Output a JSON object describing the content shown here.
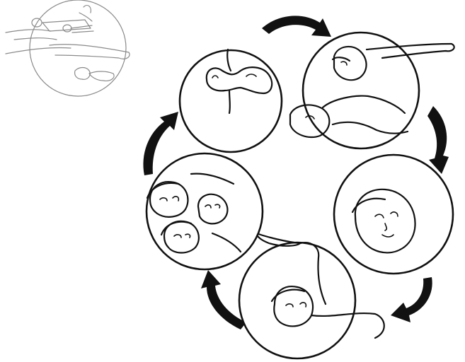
{
  "illustration": {
    "thumbnail": "thumbnail-scene",
    "panels": [
      "panel-baby",
      "panel-men-talking",
      "panel-boy-face",
      "panel-man-with-knife",
      "panel-three-faces"
    ],
    "arrow_icon": "curved-arrow-icon",
    "ink_color": "#111111",
    "background_color": "#ffffff",
    "thumbnail_color": "#8a8a8a"
  }
}
